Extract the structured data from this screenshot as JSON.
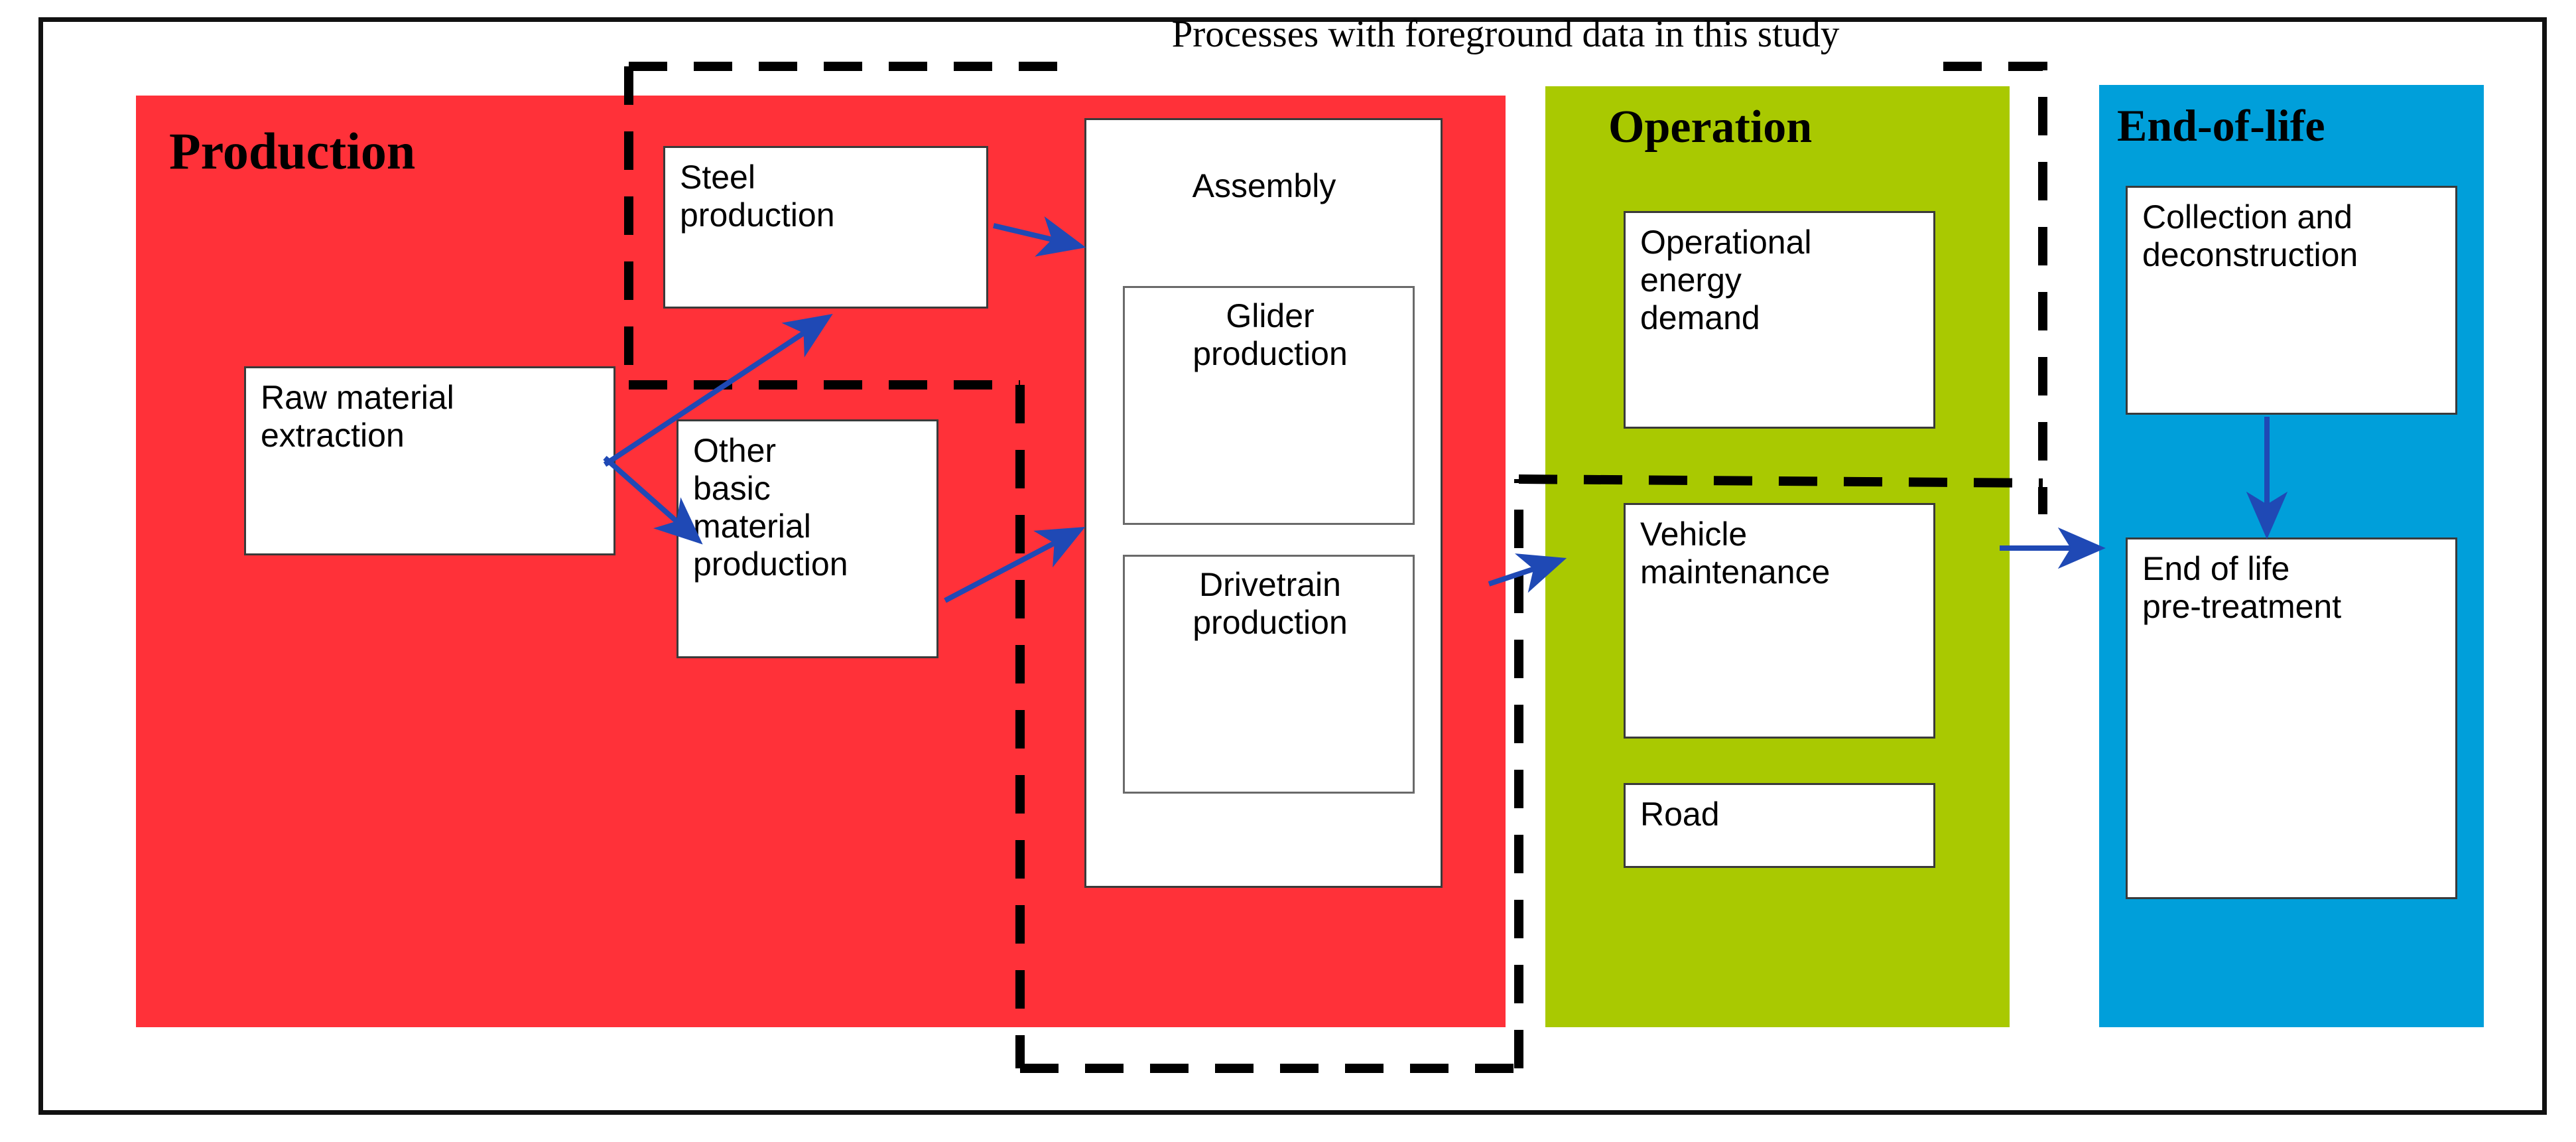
{
  "figure": {
    "caption": "Processes with foreground data in this study",
    "frame_color": "#111111",
    "background": "#ffffff"
  },
  "stages": [
    {
      "id": "production",
      "title": "Production",
      "color": "#FF3139",
      "boxes": [
        {
          "id": "raw-material-extraction",
          "label": "Raw material\nextraction"
        },
        {
          "id": "steel-production",
          "label": "Steel\nproduction"
        },
        {
          "id": "other-basic-material-production",
          "label": "Other\nbasic\nmaterial\nproduction"
        },
        {
          "id": "assembly",
          "label": "Assembly",
          "children": [
            {
              "id": "glider-production",
              "label": "Glider\nproduction"
            },
            {
              "id": "drivetrain-production",
              "label": "Drivetrain\nproduction"
            }
          ]
        }
      ]
    },
    {
      "id": "operation",
      "title": "Operation",
      "color": "#A9C901",
      "boxes": [
        {
          "id": "operational-energy-demand",
          "label": "Operational\nenergy\ndemand"
        },
        {
          "id": "vehicle-maintenance",
          "label": "Vehicle\nmaintenance"
        },
        {
          "id": "road",
          "label": "Road"
        }
      ]
    },
    {
      "id": "end-of-life",
      "title": "End-of-life",
      "color": "#009FDA",
      "boxes": [
        {
          "id": "collection-and-deconstruction",
          "label": "Collection and\ndeconstruction"
        },
        {
          "id": "end-of-life-pre-treatment",
          "label": "End of life\npre-treatment"
        }
      ]
    }
  ],
  "flows": {
    "arrow_color": "#1F49B5",
    "edges": [
      {
        "from": "raw-material-extraction",
        "to": "steel-production"
      },
      {
        "from": "raw-material-extraction",
        "to": "other-basic-material-production"
      },
      {
        "from": "steel-production",
        "to": "assembly"
      },
      {
        "from": "other-basic-material-production",
        "to": "assembly"
      },
      {
        "from": "assembly",
        "to": "vehicle-maintenance"
      },
      {
        "from": "vehicle-maintenance",
        "to": "end-of-life-pre-treatment"
      },
      {
        "from": "collection-and-deconstruction",
        "to": "end-of-life-pre-treatment"
      }
    ]
  },
  "foreground_boundary": {
    "style": "dashed",
    "color": "#000000",
    "label": "Processes with foreground data in this study"
  }
}
